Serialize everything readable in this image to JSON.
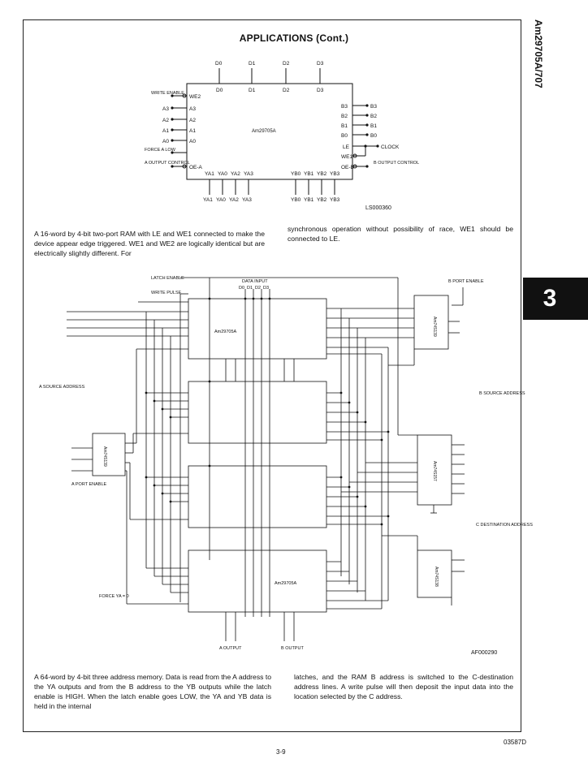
{
  "header": {
    "title": "APPLICATIONS (Cont.)",
    "side_tab": "Am29705A/707",
    "section_number": "3"
  },
  "figure1": {
    "chip_label": "Am29705A",
    "figure_code": "LS000360",
    "d_inputs": [
      "D0",
      "D1",
      "D2",
      "D3"
    ],
    "d_outputs": [
      "D0",
      "D1",
      "D2",
      "D3"
    ],
    "a_labels": [
      "A3",
      "A2",
      "A1",
      "A0"
    ],
    "b_right": [
      "B3",
      "B2",
      "B1",
      "B0"
    ],
    "b_left": [
      "B3",
      "B2",
      "B1",
      "B0"
    ],
    "write_enable": "WRITE ENABLE",
    "we_pin": "WE2",
    "force_low": "FORCE A LOW",
    "a_output_control": "A OUTPUT CONTROL",
    "b_output_control": "B OUTPUT CONTROL",
    "le_pin": "LE",
    "we1_pin": "WE1",
    "clock": "CLOCK",
    "oe_a": "OE-A",
    "oe_b": "OE-B",
    "ya_pins": [
      "YA1",
      "YA0",
      "YA2",
      "YA3"
    ],
    "yb_pins": [
      "YB0",
      "YB1",
      "YB2",
      "YB3"
    ]
  },
  "para1": {
    "left": "A 16-word by 4-bit two-port RAM with LE and WE1 connected to make the device appear edge triggered. WE1 and WE2 are logically identical but are electrically slightly different. For",
    "right": "synchronous operation without possibility of race, WE1 should be connected to LE."
  },
  "figure2": {
    "figure_code": "AF000290",
    "data_input": "DATA INPUT",
    "data_pins": [
      "D0",
      "D1",
      "D2",
      "D3"
    ],
    "latch_enable": "LATCH ENABLE",
    "write_pulse": "WRITE PULSE",
    "a_source": "A SOURCE ADDRESS",
    "b_source": "B SOURCE ADDRESS",
    "c_destination": "C DESTINATION ADDRESS",
    "b_port_enable": "B PORT ENABLE",
    "a_port_enable": "A PORT ENABLE",
    "force_zero": "FORCE YA = 0",
    "a_output": "A OUTPUT",
    "b_output": "B OUTPUT",
    "ram_label": "Am29705A",
    "decoder_left": "Am74S139",
    "decoder_top": "Am74S139",
    "mux_mid": "Am74S157",
    "decoder_bottom": "Am74S138"
  },
  "para2": {
    "left": "A 64-word by 4-bit three address memory. Data is read from the A address to the YA outputs and from the B address to the YB outputs while the latch enable is HIGH. When the latch enable goes LOW, the YA and YB data is held in the internal",
    "right": "latches, and the RAM B address is switched to the C-destination address lines. A write pulse will then deposit the input data into the location selected by the C address."
  },
  "footer": {
    "page": "3-9",
    "doc_number": "03587D"
  }
}
